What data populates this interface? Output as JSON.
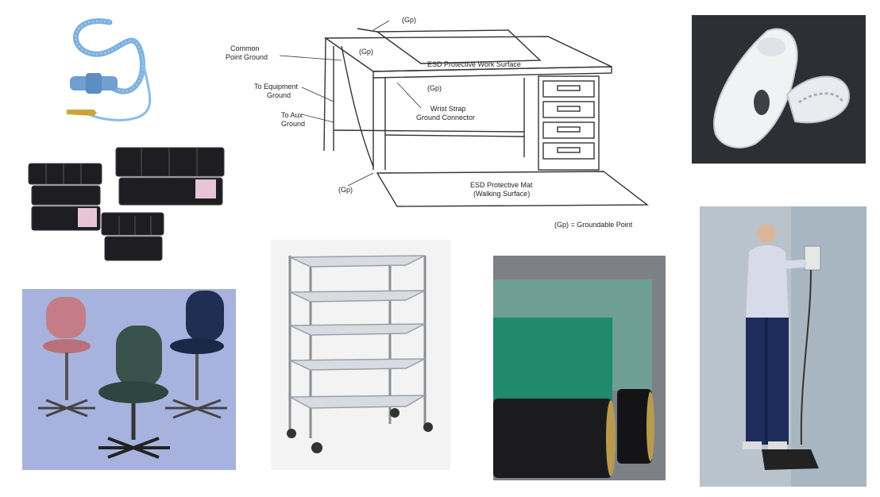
{
  "desk_diagram": {
    "labels": {
      "gp_top": "(Gp)",
      "gp_mid": "(Gp)",
      "gp_right": "(Gp)",
      "gp_bottom": "(Gp)",
      "common_point_ground_1": "Common",
      "common_point_ground_2": "Point Ground",
      "equipment_ground_1": "To Equipment",
      "equipment_ground_2": "Ground",
      "aux_ground_1": "To Aux",
      "aux_ground_2": "Ground",
      "work_surface": "ESD Protective Work Surface",
      "wrist_strap_connector_1": "Wrist Strap",
      "wrist_strap_connector_2": "Ground Connector",
      "mat_1": "ESD Protective Mat",
      "mat_2": "(Walking Surface)",
      "legend": "(Gp) = Groundable Point"
    }
  },
  "colors": {
    "wrist_strap": "#7fb0de",
    "bins": "#1e1e22",
    "chair_backdrop": "#a7b3de",
    "mat_green": "#1f8a6e",
    "mat_black": "#1b1b1d",
    "shoe_backdrop": "#2c3034",
    "station_wall": "#b9c3cc"
  }
}
